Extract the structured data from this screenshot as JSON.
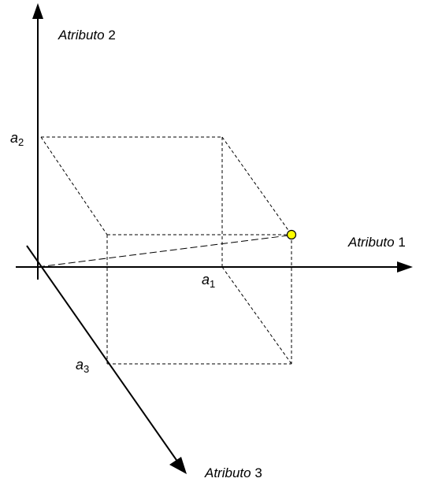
{
  "axes": {
    "axis1": {
      "italic": "Atributo",
      "number": "1"
    },
    "axis2": {
      "italic": "Atributo",
      "number": "2"
    },
    "axis3": {
      "italic": "Atributo",
      "number": "3"
    }
  },
  "ticks": {
    "a1": {
      "letter": "a",
      "index": "1"
    },
    "a2": {
      "letter": "a",
      "index": "2"
    },
    "a3": {
      "letter": "a",
      "index": "3"
    }
  },
  "point": {
    "fill": "#ffff00",
    "stroke": "#000000"
  },
  "colors": {
    "line": "#000000"
  }
}
